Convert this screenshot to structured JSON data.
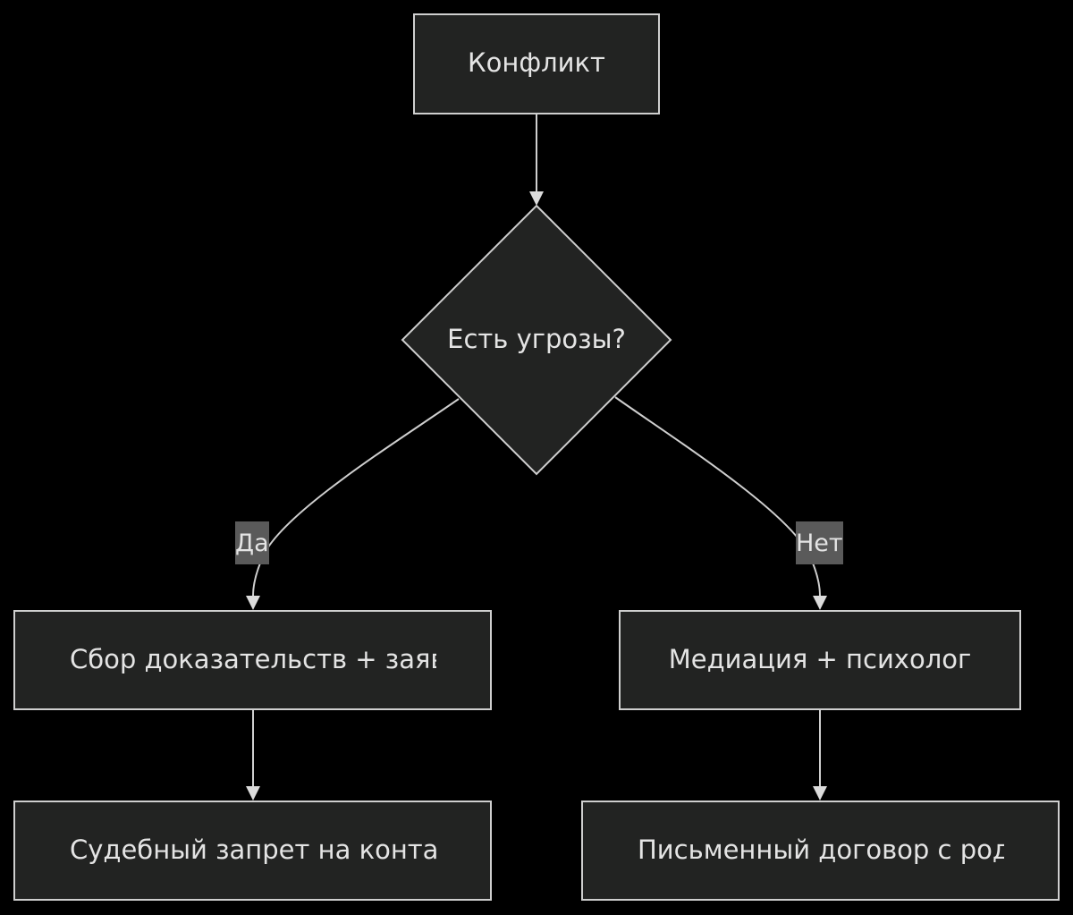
{
  "nodes": {
    "conflict": "Конфликт",
    "decision": "Есть угрозы?",
    "evidence": "Сбор доказательств + заявл",
    "court_order": "Судебный запрет на контак",
    "mediation": "Медиация + психолог",
    "agreement": "Письменный договор с род"
  },
  "edge_labels": {
    "yes": "Да",
    "no": "Нет"
  },
  "colors": {
    "background": "#000000",
    "node_fill": "#222322",
    "node_stroke": "#cfcfcf",
    "text": "#e4e4e4",
    "label_bg": "#5a5a5a"
  }
}
